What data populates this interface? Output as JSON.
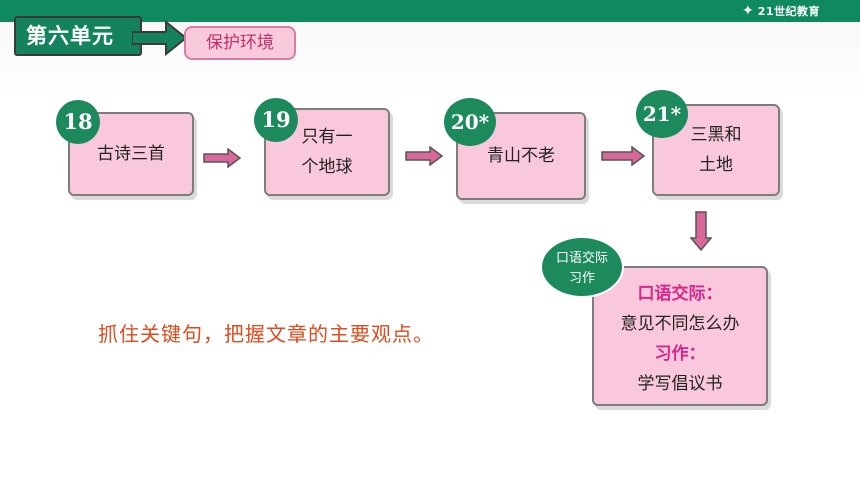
{
  "header": {
    "logo": "21世纪教育",
    "unit": "第六单元",
    "topic": "保护环境"
  },
  "lessons": [
    {
      "number": "18",
      "title": "古诗三首"
    },
    {
      "number": "19",
      "title_line1": "只有一",
      "title_line2": "个地球"
    },
    {
      "number": "20*",
      "title": "青山不老"
    },
    {
      "number": "21*",
      "title_line1": "三黑和",
      "title_line2": "土地"
    }
  ],
  "oral": {
    "bubble_line1": "口语交际",
    "bubble_line2": "习作",
    "oral_head": "口语交际：",
    "oral_topic": "意见不同怎么办",
    "writing_head": "习作：",
    "writing_topic": "学写倡议书"
  },
  "hint": "抓住关键句，把握文章的主要观点。",
  "colors": {
    "green": "#1d8a5e",
    "pink_card": "#f9c8dd",
    "pink_head": "#d8278a",
    "hint": "#e04a1c"
  }
}
